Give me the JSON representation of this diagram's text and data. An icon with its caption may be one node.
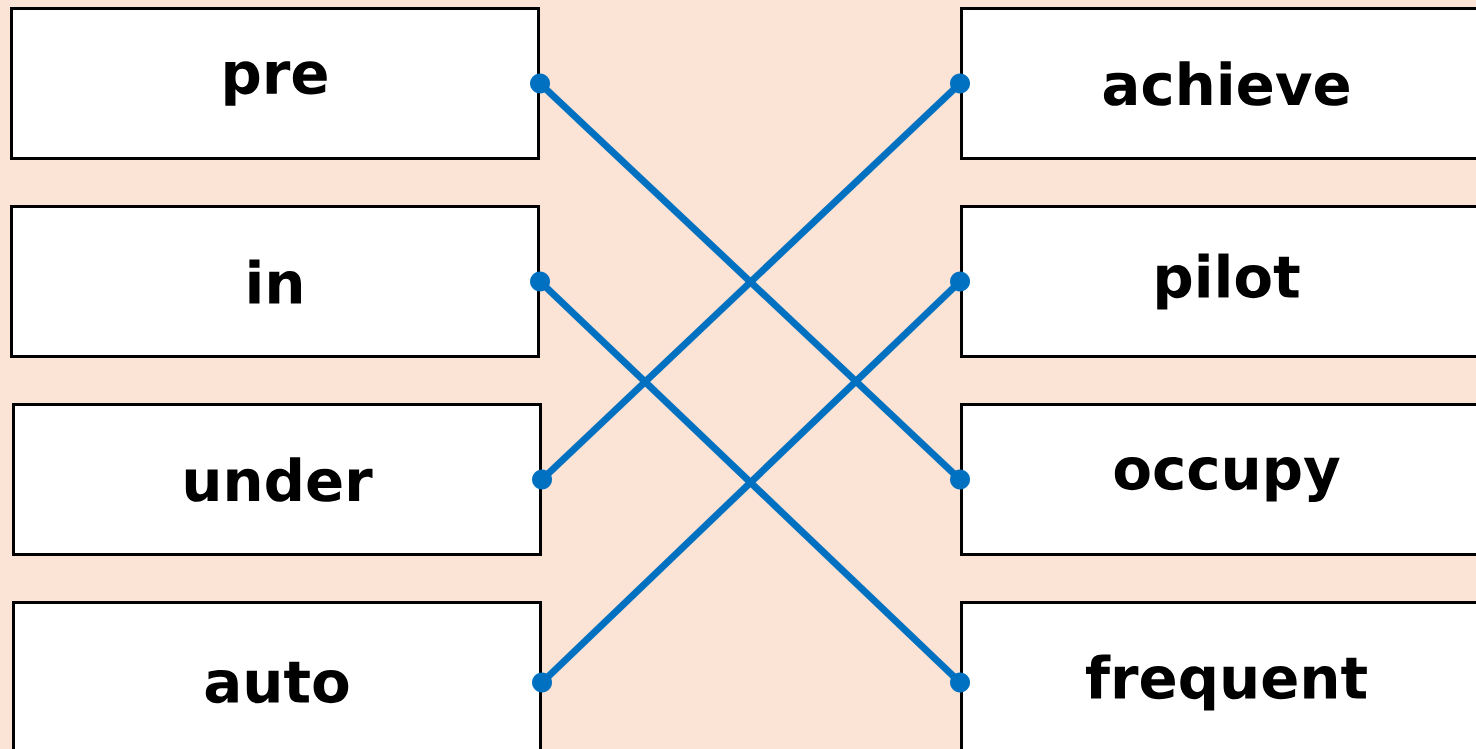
{
  "diagram": {
    "nodes": [
      {
        "text": [
          "pre"
        ]
      },
      {
        "text": [
          "in"
        ]
      },
      {
        "text": [
          "under"
        ]
      },
      {
        "text": [
          "auto"
        ]
      },
      {
        "text": [
          "achieve"
        ]
      },
      {
        "text": [
          "pilot"
        ]
      },
      {
        "text": [
          "occupy"
        ]
      },
      {
        "text": [
          "frequent"
        ]
      }
    ],
    "edges": [
      {
        "from": 0,
        "to": 6,
        "arrow": "other"
      },
      {
        "from": 1,
        "to": 7,
        "arrow": "other"
      },
      {
        "from": 2,
        "to": 4,
        "arrow": "other"
      },
      {
        "from": 3,
        "to": 5,
        "arrow": "other"
      }
    ]
  }
}
